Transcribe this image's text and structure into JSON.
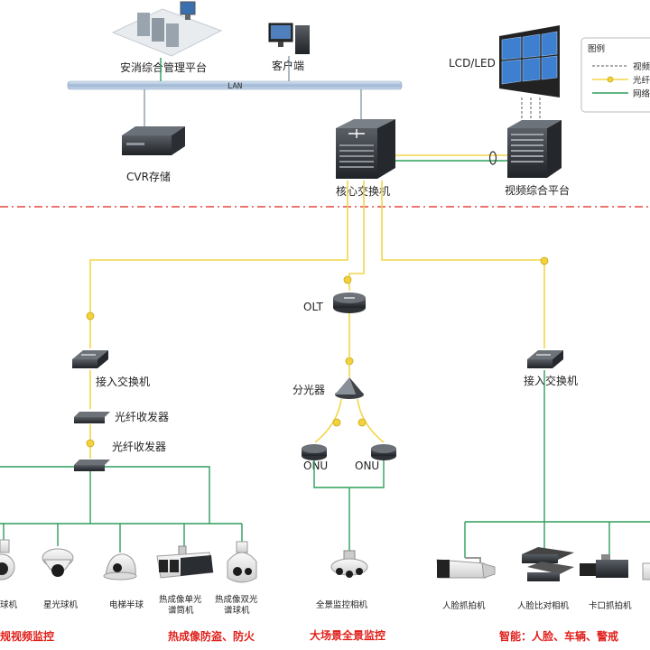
{
  "nodes": {
    "mgmt_platform": "安消综合管理平台",
    "client": "客户端",
    "lan": "LAN",
    "cvr": "CVR存储",
    "core_switch": "核心交换机",
    "video_platform": "视频综合平台",
    "lcd": "LCD/LED",
    "olt": "OLT",
    "splitter": "分光器",
    "onu_left": "ONU",
    "onu_right": "ONU",
    "access_switch_left": "接入交换机",
    "access_switch_right": "接入交换机",
    "transceiver_top": "光纤收发器",
    "transceiver_bottom": "光纤收发器"
  },
  "legend": {
    "title": "图例",
    "items": [
      "视频",
      "光纤",
      "网络"
    ]
  },
  "devices": {
    "ball_cam": "球机",
    "starlight_dome": "星光球机",
    "elevator_dome": "电梯半球",
    "thermal_single_1": "热成像单光",
    "thermal_single_2": "谱筒机",
    "thermal_dual_1": "热成像双光",
    "thermal_dual_2": "谱球机",
    "panorama_cam": "全景监控相机",
    "face_capture": "人脸抓拍机",
    "face_compare": "人脸比对相机",
    "gate_capture": "卡口抓拍机"
  },
  "captions": {
    "regular": "规视频监控",
    "thermal": "热成像防盗、防火",
    "panorama": "大场景全景监控",
    "smart": "智能：人脸、车辆、警戒"
  }
}
